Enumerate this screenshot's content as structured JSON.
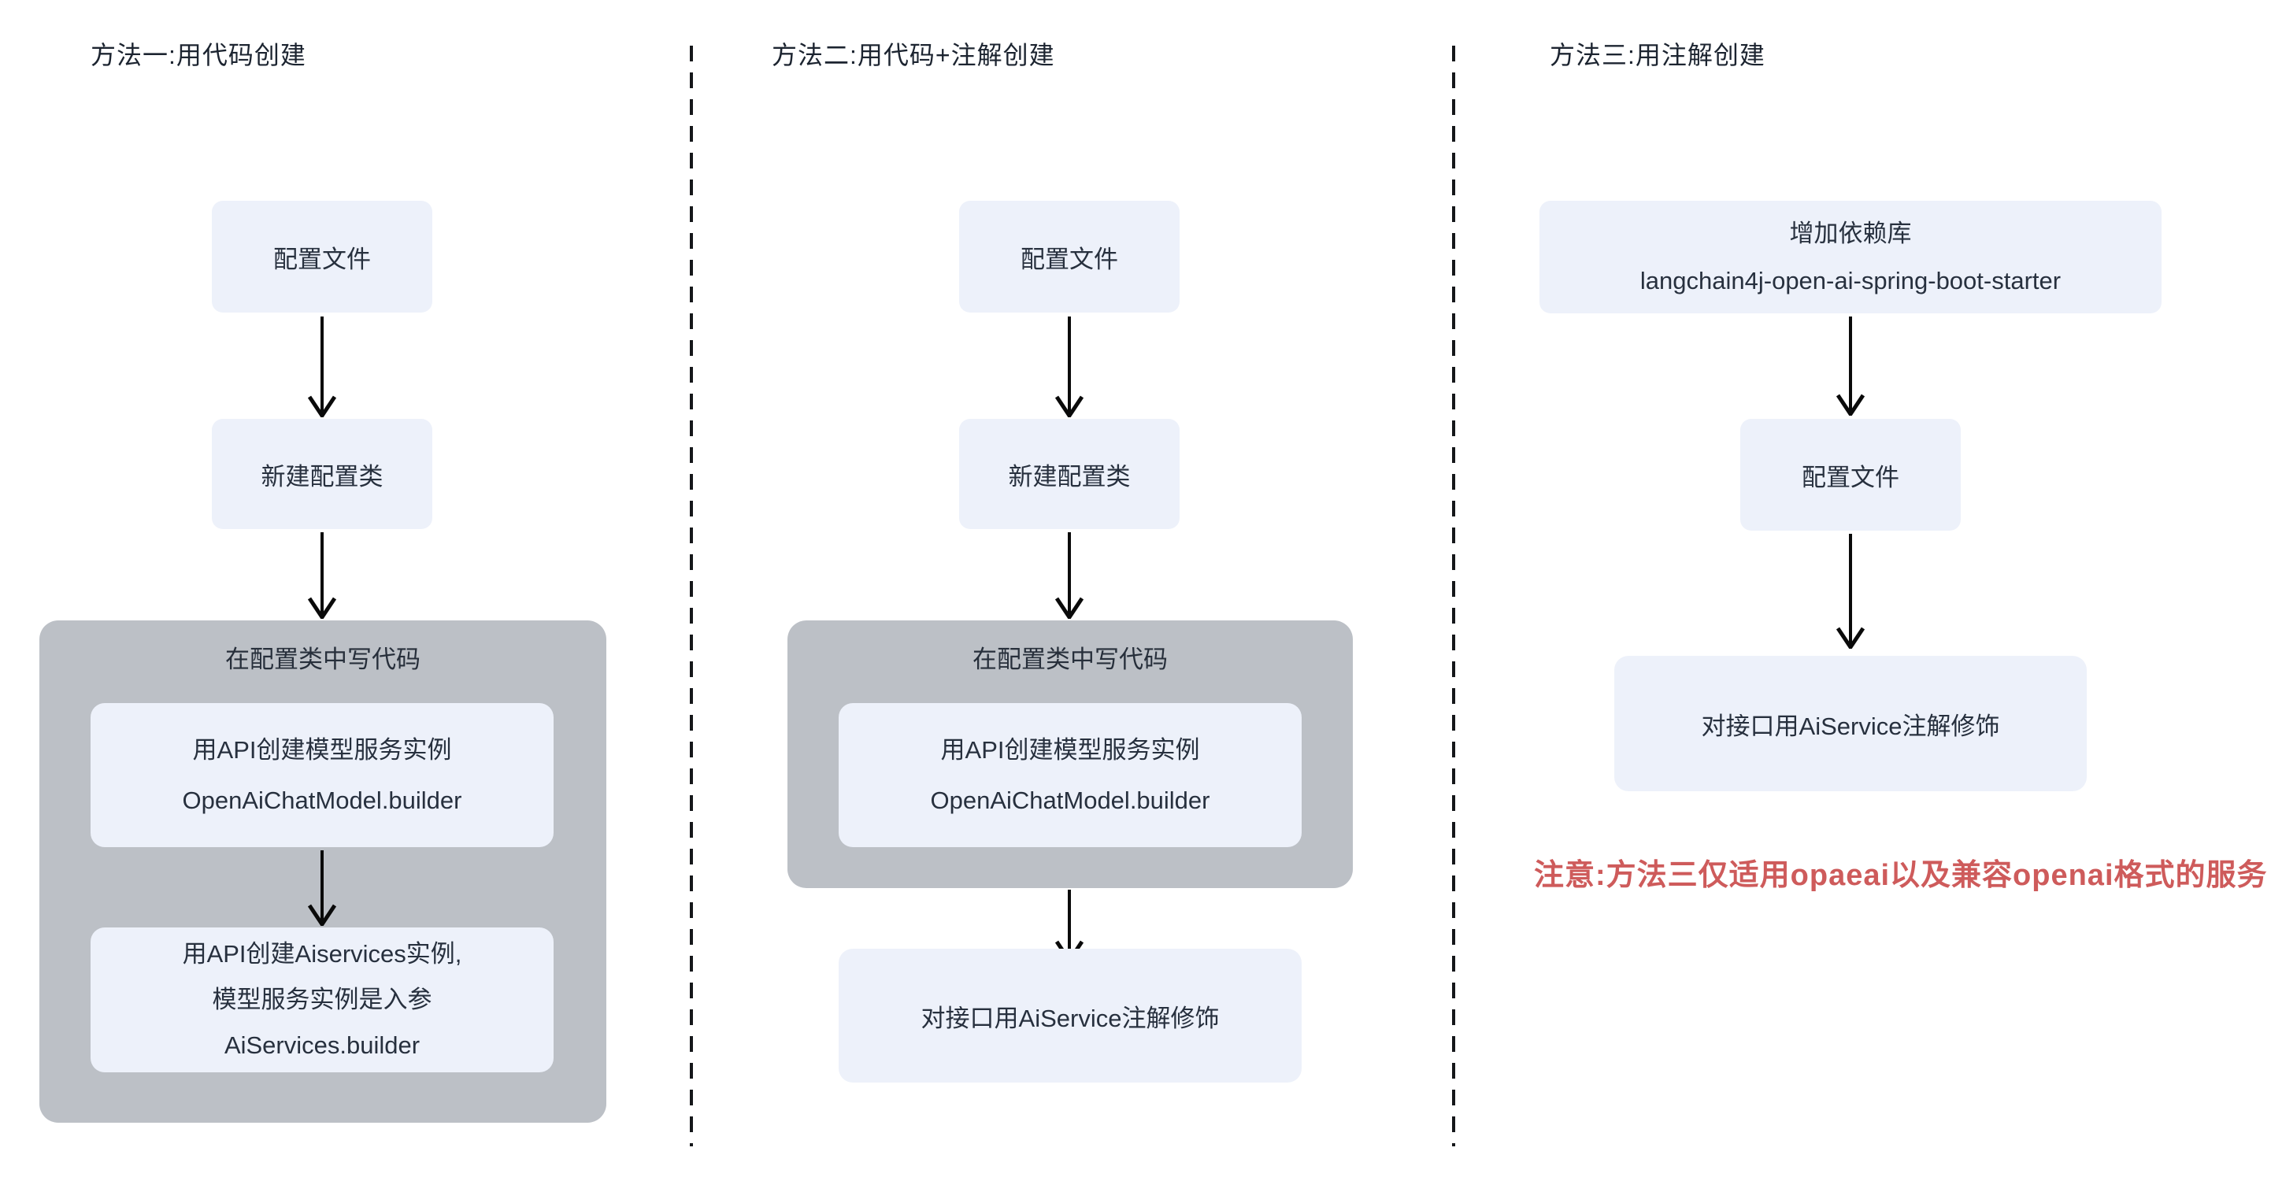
{
  "diagram": {
    "colors": {
      "background": "#ffffff",
      "box_fill": "#edf1fa",
      "container_fill": "#bcc0c6",
      "text": "#27303e",
      "arrow": "#0a0a0a",
      "divider": "#15171a",
      "note_red": "#ce5b5b"
    },
    "methods": [
      {
        "title": "方法一:用代码创建",
        "nodes": {
          "config_file": "配置文件",
          "new_config_class": "新建配置类",
          "write_code_container": "在配置类中写代码",
          "create_model": [
            "用API创建模型服务实例",
            "OpenAiChatModel.builder"
          ],
          "create_aiservices": [
            "用API创建Aiservices实例,",
            "模型服务实例是入参",
            "AiServices.builder"
          ]
        }
      },
      {
        "title": "方法二:用代码+注解创建",
        "nodes": {
          "config_file": "配置文件",
          "new_config_class": "新建配置类",
          "write_code_container": "在配置类中写代码",
          "create_model": [
            "用API创建模型服务实例",
            "OpenAiChatModel.builder"
          ],
          "annotate_interface": "对接口用AiService注解修饰"
        }
      },
      {
        "title": "方法三:用注解创建",
        "nodes": {
          "add_dependency": [
            "增加依赖库",
            "langchain4j-open-ai-spring-boot-starter"
          ],
          "config_file": "配置文件",
          "annotate_interface": "对接口用AiService注解修饰"
        },
        "note": "注意:方法三仅适用opaeai以及兼容openai格式的服务"
      }
    ]
  }
}
